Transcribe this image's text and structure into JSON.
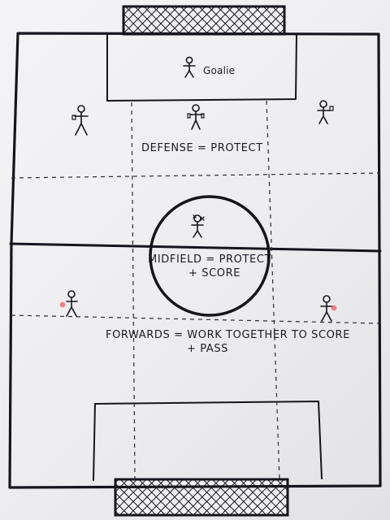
{
  "diagram": {
    "labels": {
      "goalie": "Goalie",
      "defense": "DEFENSE = PROTECT",
      "midfield_line1": "MIDFIELD = PROTECT",
      "midfield_line2": "+ SCORE",
      "forwards_line1": "FORWARDS = WORK TOGETHER TO SCORE",
      "forwards_line2": "+ PASS"
    },
    "colors": {
      "ink": "#15151c",
      "ball_marker": "#e8666e",
      "paper": "#f0f0f3"
    }
  }
}
